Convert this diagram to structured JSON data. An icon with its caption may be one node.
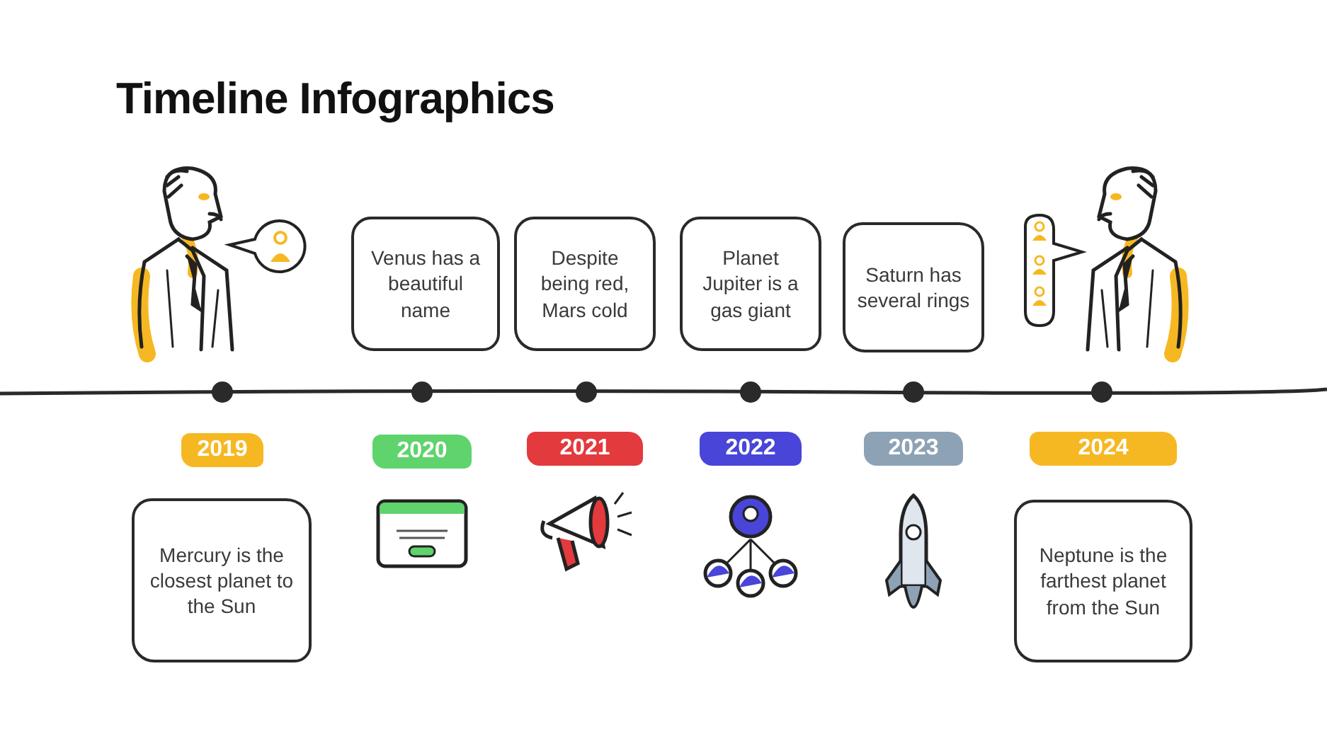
{
  "diagram": {
    "title": "Timeline Infographics",
    "nodes": [
      {
        "text": [
          "Venus has a beautiful name"
        ]
      },
      {
        "text": [
          "Despite being red, Mars cold"
        ]
      },
      {
        "text": [
          "Planet Jupiter is a gas giant"
        ]
      },
      {
        "text": [
          "Saturn has several rings"
        ]
      },
      {
        "text": [
          "2019"
        ]
      },
      {
        "text": [
          "2020"
        ]
      },
      {
        "text": [
          "2021"
        ]
      },
      {
        "text": [
          "2022"
        ]
      },
      {
        "text": [
          "2023"
        ]
      },
      {
        "text": [
          "2024"
        ]
      },
      {
        "text": [
          "Mercury is the closest planet to the Sun"
        ]
      },
      {
        "text": [
          "Neptune is the farthest planet from the Sun"
        ]
      }
    ]
  }
}
